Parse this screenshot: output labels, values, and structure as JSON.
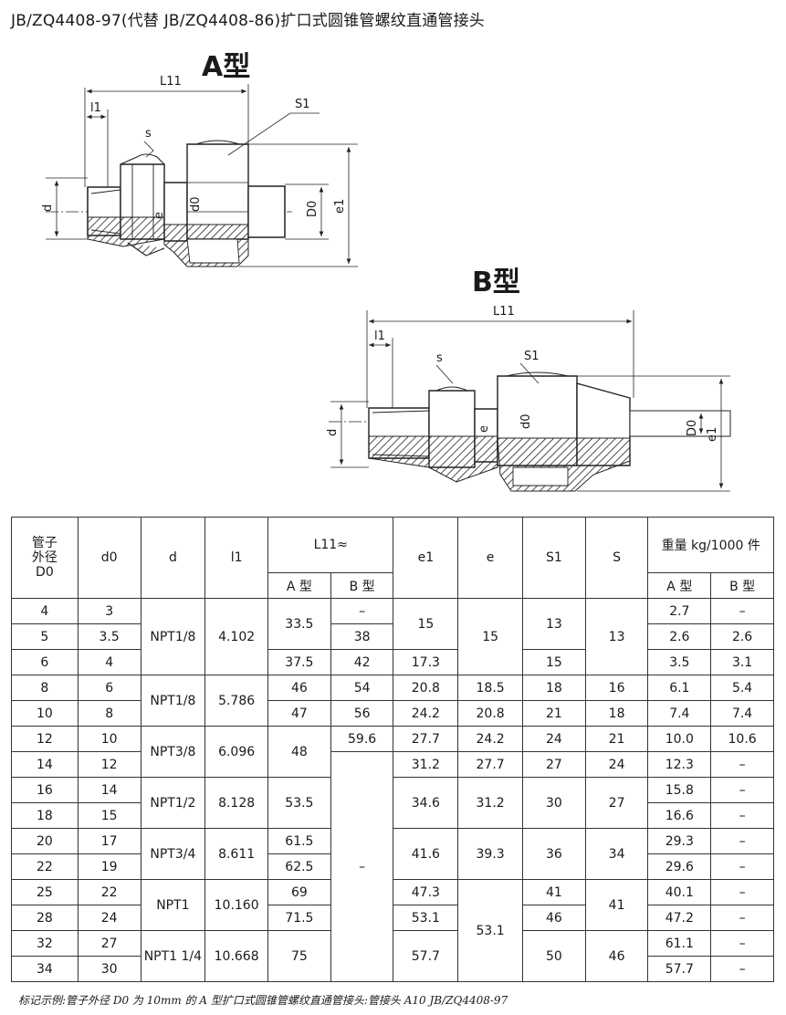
{
  "title": "JB/ZQ4408-97(代替 JB/ZQ4408-86)扩口式圆锥管螺纹直通管接头",
  "type_a_label": "A型",
  "type_b_label": "B型",
  "drawing_a": {
    "L11": "L11",
    "l1": "l1",
    "s": "s",
    "S1": "S1",
    "d": "d",
    "e": "e",
    "d0": "d0",
    "D0": "D0",
    "e1": "e1"
  },
  "drawing_b": {
    "L11": "L11",
    "l1": "l1",
    "s": "s",
    "S1": "S1",
    "d": "d",
    "e": "e",
    "d0": "d0",
    "D0": "D0",
    "e1": "e1"
  },
  "table": {
    "headers": {
      "D0_line1": "管子",
      "D0_line2": "外径",
      "D0_line3": "D0",
      "d0": "d0",
      "d": "d",
      "l1": "l1",
      "L11": "L11≈",
      "e1": "e1",
      "e": "e",
      "S1": "S1",
      "S": "S",
      "weight": "重量 kg/1000 件",
      "sub_A": "A 型",
      "sub_B": "B 型",
      "wsub_A": "A 型",
      "wsub_B": "B 型"
    },
    "D0": [
      "4",
      "5",
      "6",
      "8",
      "10",
      "12",
      "14",
      "16",
      "18",
      "20",
      "22",
      "25",
      "28",
      "32",
      "34"
    ],
    "d0": [
      "3",
      "3.5",
      "4",
      "6",
      "8",
      "10",
      "12",
      "14",
      "15",
      "17",
      "19",
      "22",
      "24",
      "27",
      "30"
    ],
    "d": [
      "NPT1/8",
      "NPT1/8",
      "NPT3/8",
      "NPT1/2",
      "NPT3/4",
      "NPT1",
      "NPT1 1/4"
    ],
    "l1": [
      "4.102",
      "5.786",
      "6.096",
      "8.128",
      "8.611",
      "10.160",
      "10.668"
    ],
    "L11_A": [
      "33.5",
      "37.5",
      "46",
      "47",
      "48",
      "53.5",
      "61.5",
      "62.5",
      "69",
      "71.5",
      "75"
    ],
    "L11_B": [
      "–",
      "38",
      "42",
      "54",
      "56",
      "59.6",
      "–"
    ],
    "e1": [
      "15",
      "17.3",
      "20.8",
      "24.2",
      "27.7",
      "31.2",
      "34.6",
      "41.6",
      "47.3",
      "53.1",
      "57.7"
    ],
    "e": [
      "15",
      "18.5",
      "20.8",
      "24.2",
      "27.7",
      "31.2",
      "39.3",
      "53.1"
    ],
    "S1": [
      "13",
      "15",
      "18",
      "21",
      "24",
      "27",
      "30",
      "36",
      "41",
      "46",
      "50"
    ],
    "S": [
      "13",
      "16",
      "18",
      "21",
      "24",
      "27",
      "34",
      "41",
      "46"
    ],
    "wA": [
      "2.7",
      "2.6",
      "3.5",
      "6.1",
      "7.4",
      "10.0",
      "12.3",
      "15.8",
      "16.6",
      "29.3",
      "29.6",
      "40.1",
      "47.2",
      "61.1",
      "57.7"
    ],
    "wB": [
      "–",
      "2.6",
      "3.1",
      "5.4",
      "7.4",
      "10.6",
      "–",
      "–",
      "–",
      "–",
      "–",
      "–",
      "–",
      "–",
      "–"
    ]
  },
  "footnote": "标记示例:管子外径 D0 为 10mm 的 A 型扩口式圆锥管螺纹直通管接头:管接头 A10 JB/ZQ4408-97"
}
